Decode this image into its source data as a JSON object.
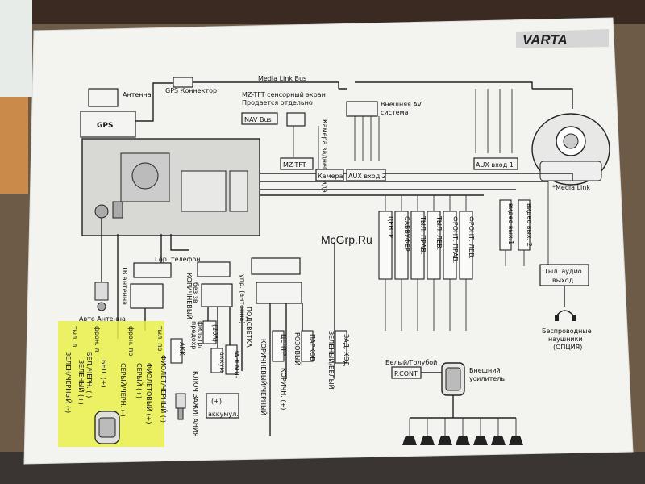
{
  "logo": "VARTA",
  "watermark": "McGrp.Ru",
  "top": {
    "gps_connector": "GPS Коннектор",
    "antenna": "Антенна",
    "gps": "GPS",
    "media_link_bus": "Media Link Bus",
    "mz_tft_note_1": "MZ-TFT сенсорный экран",
    "mz_tft_note_2": "Продается отдельно",
    "rear_camera": "Камера заднего вида",
    "external_av_1": "Внешняя AV",
    "external_av_2": "система",
    "nav_bus": "NAV Bus",
    "mz_tft": "MZ-TFT",
    "camera": "Камера",
    "aux_in_2": "AUX вход 2",
    "aux_in_1": "AUX вход 1",
    "media_link": "*Media Link"
  },
  "left": {
    "hot_phone": "Гор. телефон",
    "tv_antenna": "ТВ антенна",
    "auto_antenna": "Авто Антенна",
    "brown": "КОРИЧНЕВЫЙ",
    "no_sound": "без зв",
    "fuse_1": "фильтр/",
    "fuse_2": "предохр",
    "fuse_3": "(20А)",
    "illum_1": "упр. (антенна)",
    "illum_2": "ПОДСВЕТКА",
    "ground": "ЗАЗЕМЛ-",
    "battery_1": "аккум.",
    "battery_2": "(+)",
    "battery_label": "аккумул.",
    "akk": "АКК",
    "ignition": "КЛЮЧ ЗАЖИГАНИЯ"
  },
  "speakers": [
    {
      "wire": "ЗЕЛЕН/ЧЕРНЫЙ (-)",
      "pos": "тыл. л"
    },
    {
      "wire": "ЗЕЛЕНЫЙ (+)",
      "pos": ""
    },
    {
      "wire": "БЕЛ./ЧЕРН. (-)",
      "pos": "фрон. л"
    },
    {
      "wire": "БЕЛ. (+)",
      "pos": ""
    },
    {
      "wire": "СЕРЫЙ/ЧЕРН. (-)",
      "pos": "фрон. пр"
    },
    {
      "wire": "СЕРЫЙ (+)",
      "pos": ""
    },
    {
      "wire": "ФИОЛЕТОВЫЙ (+)",
      "pos": "тыл. пр"
    },
    {
      "wire": "ФИОЛЕТ/ЧЕРНЫЙ (-)",
      "pos": ""
    }
  ],
  "center": {
    "brown_black": "КОРИЧНЕВЫЙ/ЧЕРНЫЙ",
    "center": "ЦЕНТР",
    "brown_plus": "КОРИЧН. (+)",
    "pink": "РОЗОВЫЙ",
    "parking": "ПАРКОВ",
    "green_white": "ЗЕЛЕНЫЙ/БЕЛЫЙ",
    "reverse": "ЗАД. ХОД"
  },
  "rca": [
    {
      "label": "ЦЕНТР"
    },
    {
      "label": "САБВУФЕР"
    },
    {
      "label": "ТЫЛ. ПРАВ."
    },
    {
      "label": "ТЫЛ. ЛЕВ."
    },
    {
      "label": "ФРОНТ. ПРАВ."
    },
    {
      "label": "ФРОНТ. ЛЕВ."
    }
  ],
  "video": {
    "out_1": "видео вых.1",
    "out_2": "видео вых. 2",
    "rear_out_1": "Тыл. аудио",
    "rear_out_2": "выход",
    "wireless_1": "Беспроводные",
    "wireless_2": "наушники",
    "wireless_3": "(ОПЦИЯ)"
  },
  "amp": {
    "wire": "Белый/Голубой",
    "pcont": "P.CONT",
    "label_1": "Внешний",
    "label_2": "усилитель"
  },
  "colors": {
    "paper": "#f4f4f2",
    "highlight": "#e9f04a",
    "background": "#6b5a4a"
  }
}
